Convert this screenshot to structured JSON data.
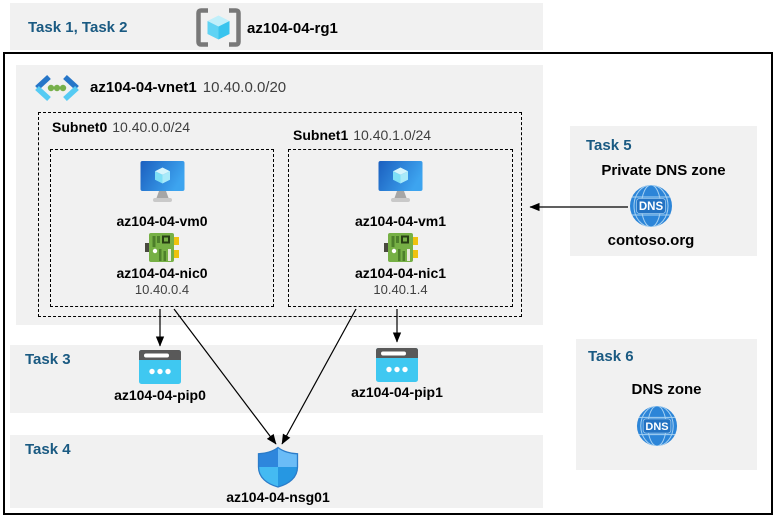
{
  "header": {
    "tasks_label": "Task 1, Task 2",
    "resource_group": "az104-04-rg1"
  },
  "vnet": {
    "name": "az104-04-vnet1",
    "cidr": "10.40.0.0/20",
    "subnets": [
      {
        "name": "Subnet0",
        "cidr": "10.40.0.0/24",
        "vm": "az104-04-vm0",
        "nic": "az104-04-nic0",
        "ip": "10.40.0.4"
      },
      {
        "name": "Subnet1",
        "cidr": "10.40.1.0/24",
        "vm": "az104-04-vm1",
        "nic": "az104-04-nic1",
        "ip": "10.40.1.4"
      }
    ]
  },
  "task3": {
    "label": "Task 3",
    "pip0": "az104-04-pip0",
    "pip1": "az104-04-pip1"
  },
  "task4": {
    "label": "Task 4",
    "nsg": "az104-04-nsg01"
  },
  "task5": {
    "label": "Task 5",
    "title": "Private DNS zone",
    "zone": "contoso.org",
    "dns_icon_text": "DNS"
  },
  "task6": {
    "label": "Task 6",
    "title": "DNS zone",
    "dns_icon_text": "DNS"
  },
  "colors": {
    "task_label_blue": "#1A5A82",
    "panel_gray": "#F1F1F1",
    "arrow_black": "#000000"
  }
}
